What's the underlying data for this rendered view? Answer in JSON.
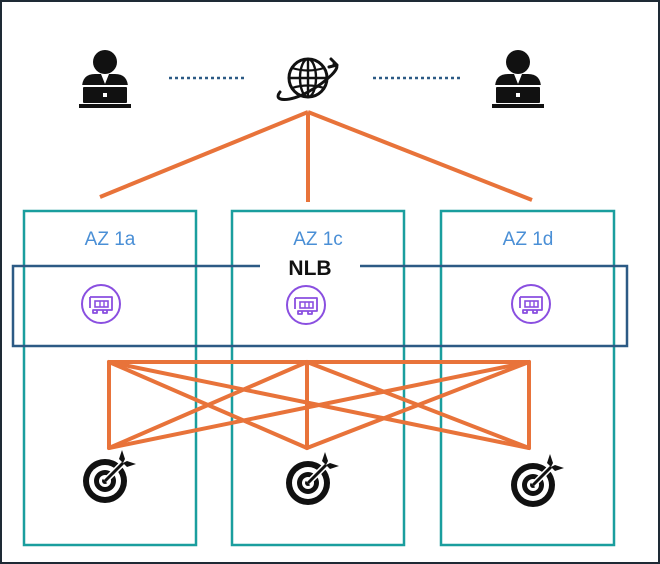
{
  "load_balancer": {
    "label": "NLB",
    "border_color": "#2c5a85"
  },
  "availability_zones": [
    {
      "label": "AZ 1a"
    },
    {
      "label": "AZ 1c"
    },
    {
      "label": "AZ 1d"
    }
  ],
  "colors": {
    "az_border": "#1a9e9e",
    "az_label": "#4a8fd6",
    "connection": "#e8733a",
    "network_interface": "#8a4fe0",
    "dotted_link": "#2c5a85",
    "icon": "#111111"
  },
  "icons": {
    "users": [
      "user-icon",
      "user-icon"
    ],
    "internet": "globe-icon",
    "network_interface": "network-interface-icon",
    "target": "target-icon"
  }
}
